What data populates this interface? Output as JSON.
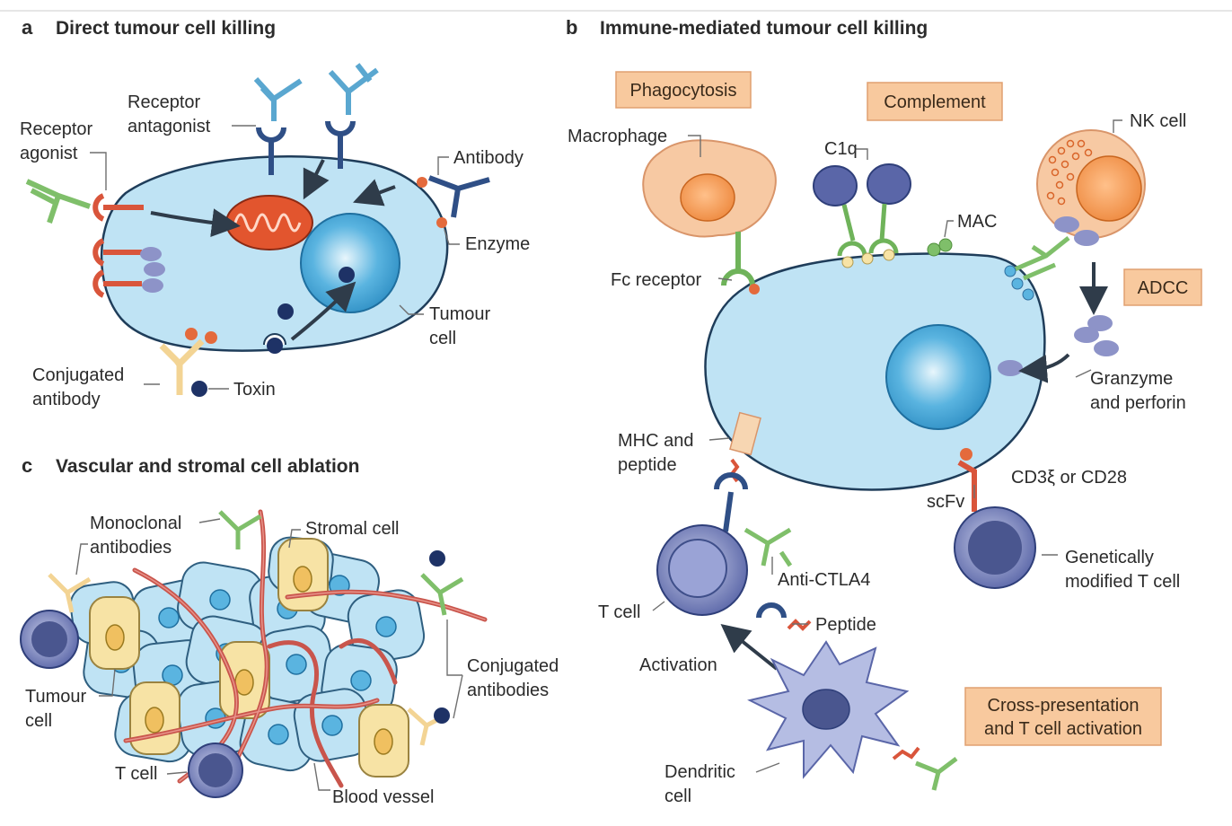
{
  "panels": {
    "a": {
      "letter": "a",
      "title": "Direct tumour cell killing"
    },
    "b": {
      "letter": "b",
      "title": "Immune-mediated tumour cell killing"
    },
    "c": {
      "letter": "c",
      "title": "Vascular and stromal cell ablation"
    }
  },
  "labels_a": {
    "receptor_agonist_1": "Receptor",
    "receptor_agonist_2": "agonist",
    "receptor_antagonist_1": "Receptor",
    "receptor_antagonist_2": "antagonist",
    "antibody": "Antibody",
    "enzyme": "Enzyme",
    "tumour_cell_1": "Tumour",
    "tumour_cell_2": "cell",
    "conjugated_antibody_1": "Conjugated",
    "conjugated_antibody_2": "antibody",
    "toxin": "Toxin"
  },
  "labels_b": {
    "phagocytosis": "Phagocytosis",
    "complement": "Complement",
    "macrophage": "Macrophage",
    "c1q": "C1q",
    "nk_cell": "NK cell",
    "mac": "MAC",
    "fc_receptor": "Fc receptor",
    "adcc": "ADCC",
    "granzyme_1": "Granzyme",
    "granzyme_2": "and perforin",
    "mhc_1": "MHC and",
    "mhc_2": "peptide",
    "cd3": "CD3ξ or CD28",
    "scfv": "scFv",
    "gm_tcell_1": "Genetically",
    "gm_tcell_2": "modified T cell",
    "anti_ctla4": "Anti-CTLA4",
    "t_cell": "T cell",
    "peptide": "Peptide",
    "activation": "Activation",
    "cross_1": "Cross-presentation",
    "cross_2": "and T cell activation",
    "dendritic_1": "Dendritic",
    "dendritic_2": "cell"
  },
  "labels_c": {
    "monoclonal_1": "Monoclonal",
    "monoclonal_2": "antibodies",
    "stromal_cell": "Stromal cell",
    "conjugated_1": "Conjugated",
    "conjugated_2": "antibodies",
    "tumour_1": "Tumour",
    "tumour_2": "cell",
    "t_cell": "T cell",
    "blood_vessel": "Blood vessel"
  },
  "colors": {
    "cell_fill": "#bfe3f4",
    "nucleus": "#3fa3d4",
    "antibody_green": "#7fbf6a",
    "antibody_blue": "#5aa7d0",
    "receptor_navy": "#2f4f86",
    "receptor_red": "#d9553b",
    "mitochondrion": "#e2552e",
    "macrophage": "#f7c9a3",
    "box_fill": "#f8c99e",
    "tcell": "#6b77b5",
    "vessel": "#c9554c",
    "stromal": "#f7e3a5"
  }
}
